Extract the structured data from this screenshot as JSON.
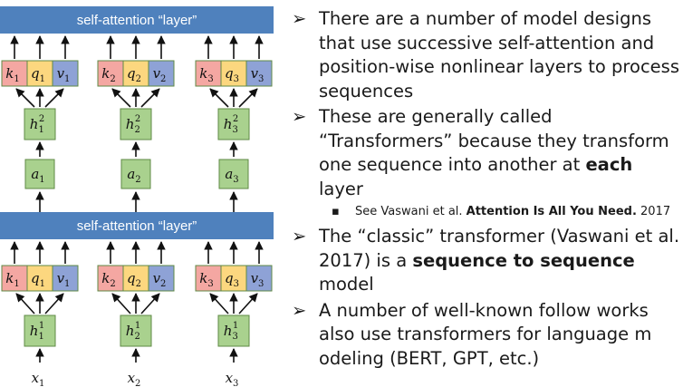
{
  "diagram": {
    "layer_label": "self-attention “layer”",
    "upper_columns": [
      {
        "k": "k",
        "k_sub": "1",
        "q": "q",
        "q_sub": "1",
        "v": "v",
        "v_sub": "1",
        "h": "h",
        "h_sub": "1",
        "h_sup": "2",
        "a": "a",
        "a_sub": "1"
      },
      {
        "k": "k",
        "k_sub": "2",
        "q": "q",
        "q_sub": "2",
        "v": "v",
        "v_sub": "2",
        "h": "h",
        "h_sub": "2",
        "h_sup": "2",
        "a": "a",
        "a_sub": "2"
      },
      {
        "k": "k",
        "k_sub": "3",
        "q": "q",
        "q_sub": "3",
        "v": "v",
        "v_sub": "3",
        "h": "h",
        "h_sub": "3",
        "h_sup": "2",
        "a": "a",
        "a_sub": "3"
      }
    ],
    "lower_columns": [
      {
        "k": "k",
        "k_sub": "1",
        "q": "q",
        "q_sub": "1",
        "v": "v",
        "v_sub": "1",
        "h": "h",
        "h_sub": "1",
        "h_sup": "1",
        "x": "x",
        "x_sub": "1"
      },
      {
        "k": "k",
        "k_sub": "2",
        "q": "q",
        "q_sub": "2",
        "v": "v",
        "v_sub": "2",
        "h": "h",
        "h_sub": "2",
        "h_sup": "1",
        "x": "x",
        "x_sub": "2"
      },
      {
        "k": "k",
        "k_sub": "3",
        "q": "q",
        "q_sub": "3",
        "v": "v",
        "v_sub": "3",
        "h": "h",
        "h_sub": "3",
        "h_sup": "1",
        "x": "x",
        "x_sub": "3"
      }
    ],
    "colors": {
      "layer_bar": "#4f81bd",
      "key_box": "#f4a7a2",
      "query_box": "#fcd77f",
      "value_box": "#8ea2d6",
      "hidden_box": "#a9d18e",
      "box_border": "#5f8a45"
    }
  },
  "bullets": {
    "marker": "➢",
    "sub_marker": "▪",
    "b1": "There are a number of model designs that use successive self-attention and position-wise nonlinear layers to process sequences",
    "b2_pre": "These are generally called “Transformers” because they transform one sequence into another at ",
    "b2_bold": "each",
    "b2_post": " layer",
    "sub1_pre": "See Vaswani et al. ",
    "sub1_bold": "Attention Is All You Need.",
    "sub1_post": " 2017",
    "b3_pre": "The “classic” transformer (Vaswani et al. 2017) is a ",
    "b3_bold": "sequence to sequence",
    "b3_post": " model",
    "b4": "A number of well-known follow works also use transformers for language m odeling (BERT, GPT, etc.)"
  }
}
